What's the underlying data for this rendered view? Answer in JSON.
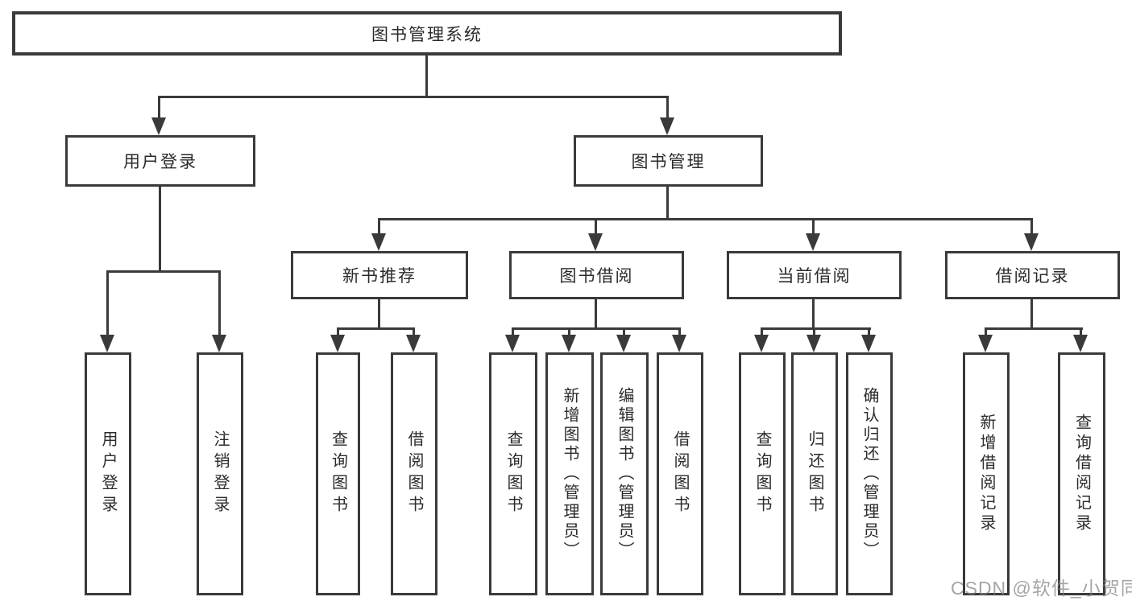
{
  "tree": {
    "label": "图书管理系统",
    "children": [
      {
        "label": "用户登录",
        "children": [
          {
            "label": "用户登录"
          },
          {
            "label": "注销登录"
          }
        ]
      },
      {
        "label": "图书管理",
        "children": [
          {
            "label": "新书推荐",
            "children": [
              {
                "label": "查询图书"
              },
              {
                "label": "借阅图书"
              }
            ]
          },
          {
            "label": "图书借阅",
            "children": [
              {
                "label": "查询图书"
              },
              {
                "label": "新增图书（管理员）"
              },
              {
                "label": "编辑图书（管理员）"
              },
              {
                "label": "借阅图书"
              }
            ]
          },
          {
            "label": "当前借阅",
            "children": [
              {
                "label": "查询图书"
              },
              {
                "label": "归还图书"
              },
              {
                "label": "确认归还（管理员）"
              }
            ]
          },
          {
            "label": "借阅记录",
            "children": [
              {
                "label": "新增借阅记录"
              },
              {
                "label": "查询借阅记录"
              }
            ]
          }
        ]
      }
    ]
  },
  "watermark": {
    "text": "CSDN @软件_小贺同学"
  },
  "colors": {
    "line": "#3a3a3a",
    "text": "#2b2b2b",
    "background": "#ffffff",
    "watermark": "#828282"
  }
}
